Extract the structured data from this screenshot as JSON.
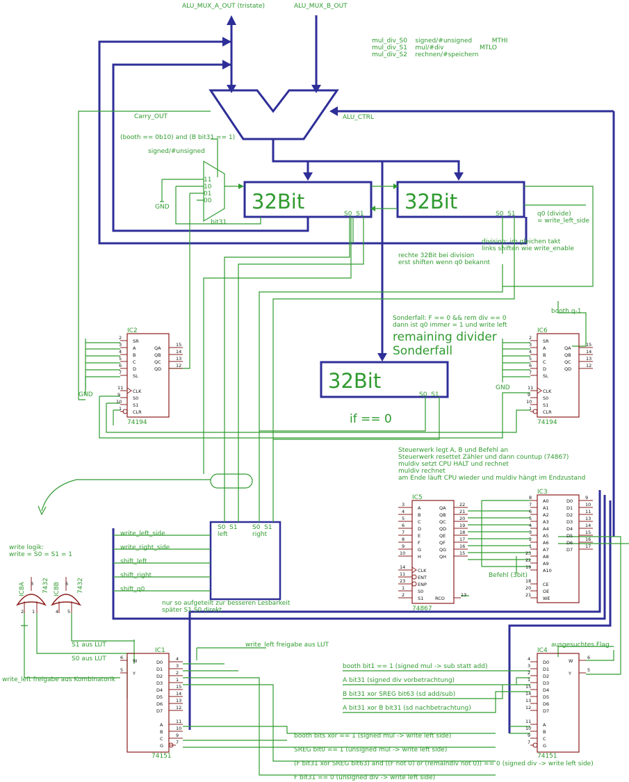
{
  "top_labels": {
    "mux_a": "ALU_MUX_A_OUT (tristate)",
    "mux_b": "ALU_MUX_B_OUT"
  },
  "legend": {
    "l1": "mul_div_S0    signed/#unsigned          MTHI",
    "l2": "mul_div_S1    mul/#div                  MTLO",
    "l3": "mul_div_S2    rechnen/#speichern"
  },
  "alu": {
    "carry_out": "Carry_OUT",
    "alu_ctrl": "ALU_CTRL"
  },
  "booth_cond": "(booth == 0b10) and (B bit31 == 1)",
  "signed_unsigned": "signed/#unsigned",
  "mux_pins": {
    "p11": "11",
    "p10": "10",
    "p01": "01",
    "p00": "00"
  },
  "gnd": "GND",
  "bit31": "bit31",
  "reg": {
    "label": "32Bit",
    "s0s1": "S0  S1"
  },
  "q0_note": {
    "l1": "q0 (divide)",
    "l2": "= write_left_side"
  },
  "div_note": {
    "l1": "division: im gleichen takt",
    "l2": "links shiften wie write_enable"
  },
  "right_note": {
    "l1": "rechte 32Bit bei division",
    "l2": "erst shiften wenn q0 bekannt"
  },
  "sonder_note": {
    "l1": "Sonderfall: F == 0 && rem div == 0",
    "l2": "dann ist q0 immer = 1 und write left"
  },
  "remaining": {
    "l1": "remaining divider",
    "l2": "Sonderfall"
  },
  "if_zero": "if == 0",
  "booth_q": "booth q-1",
  "ic2": {
    "name": "IC2",
    "part": "74194",
    "left_pins": [
      "2",
      "3",
      "4",
      "5",
      "6",
      "7"
    ],
    "left_names": [
      "SR",
      "A",
      "B",
      "C",
      "D",
      "SL"
    ],
    "right_pins": [
      "15",
      "14",
      "13",
      "12"
    ],
    "right_names": [
      "QA",
      "QB",
      "QC",
      "QD"
    ],
    "ctrl_pins": [
      "11",
      "9",
      "10",
      "1"
    ],
    "ctrl_names": [
      "CLK",
      "S0",
      "S1",
      "CLR"
    ]
  },
  "ic6": {
    "name": "IC6",
    "part": "74194"
  },
  "steuerwerk": {
    "l1": "Steuerwerk legt A, B und Befehl an",
    "l2": "Steuerwerk resettet Zähler und dann countup (74867)",
    "l3": "muldiv setzt CPU HALT und rechnet",
    "l4": "muldiv rechnet",
    "l5": "am Ende läuft CPU wieder und muldiv hängt im Endzustand"
  },
  "ic5": {
    "name": "IC5",
    "part": "74867",
    "left_pins": [
      "3",
      "4",
      "5",
      "6",
      "7",
      "8",
      "9",
      "10"
    ],
    "left_names": [
      "A",
      "B",
      "C",
      "D",
      "E",
      "F",
      "G",
      "H"
    ],
    "right_pins": [
      "22",
      "21",
      "20",
      "19",
      "18",
      "17",
      "16",
      "15"
    ],
    "right_names": [
      "QA",
      "QB",
      "QC",
      "QD",
      "QE",
      "QF",
      "QG",
      "QH"
    ],
    "ctrl_pins": [
      "14",
      "11",
      "23",
      "1",
      "2"
    ],
    "ctrl_names": [
      "CLK",
      "ENT",
      "ENP",
      "S0",
      "S1"
    ],
    "rco_pin": "13",
    "rco": "RCO"
  },
  "ic3": {
    "name": "IC3",
    "left_pins": [
      "8",
      "7",
      "6",
      "5",
      "4",
      "3",
      "2",
      "1",
      "23",
      "22",
      "19",
      "18",
      "20",
      "21"
    ],
    "left_names": [
      "A0",
      "A1",
      "A2",
      "A3",
      "A4",
      "A5",
      "A6",
      "A7",
      "A8",
      "A9",
      "A10",
      "CE",
      "OE",
      "WE"
    ],
    "right_pins": [
      "9",
      "10",
      "11",
      "13",
      "14",
      "15",
      "16",
      "17"
    ],
    "right_names": [
      "D0",
      "D1",
      "D2",
      "D3",
      "D4",
      "D5",
      "D6",
      "D7"
    ]
  },
  "befehl": "Befehl (3bit)",
  "sel_box": {
    "s0s1_left": "S0  S1",
    "left": "left",
    "s0s1_right": "S0  S1",
    "right": "right"
  },
  "signals": [
    "write_left_side",
    "write_right_side",
    "shift_left",
    "shift_right",
    "shift_q0"
  ],
  "sel_note": {
    "l1": "nur so aufgeteilt zur besseren Lesbarkeit",
    "l2": "später S1 S0 direkt"
  },
  "write_logic": {
    "l1": "write logik:",
    "l2": "write = S0 = S1 = 1"
  },
  "gates": {
    "a": "IC8A",
    "b": "IC8B",
    "part": "7432",
    "pins": [
      "3",
      "2",
      "1",
      "6",
      "4",
      "5"
    ]
  },
  "luts": {
    "s1": "S1 aus LUT",
    "s0": "S0 aus LUT",
    "wl_lut": "write_left freigabe aus LUT",
    "wl_komb": "write_left freigabe aus Kombinatorik"
  },
  "ic1": {
    "name": "IC1",
    "part": "74151",
    "names": [
      "W",
      "Y",
      "D0",
      "D1",
      "D2",
      "D3",
      "D4",
      "D5",
      "D6",
      "D7",
      "A",
      "B",
      "C",
      "G"
    ],
    "pins": [
      "6",
      "5",
      "4",
      "3",
      "2",
      "1",
      "15",
      "14",
      "13",
      "12",
      "11",
      "10",
      "9",
      "7"
    ]
  },
  "ic4": {
    "name": "IC4",
    "part": "74151"
  },
  "gesucht": "ausgesuchtes Flag",
  "ic4_inputs": [
    "booth bit1 == 1 (signed mul -> sub statt add)",
    "A bit31 (signed div vorbetrachtung)",
    "B bit31 xor SREG bit63 (sd add/sub)",
    "A bit31 xor B bit31 (sd nachbetrachtung)"
  ],
  "ic1_inputs": [
    "booth bits xor == 1 (signed mul -> write left side)",
    "SREG bit0 == 1 (unsigned mul -> write left side)",
    "(F bit31 xor SREG bit63) and ((F not 0) or (remaindiv not 0)) == 0 (signed div -> write left side)",
    "F bit31 == 0 (unsigned div -> write left side)"
  ],
  "colors": {
    "wire": "#2f9a2f",
    "bus": "#2e2e98",
    "ic": "#8a1c1c"
  }
}
